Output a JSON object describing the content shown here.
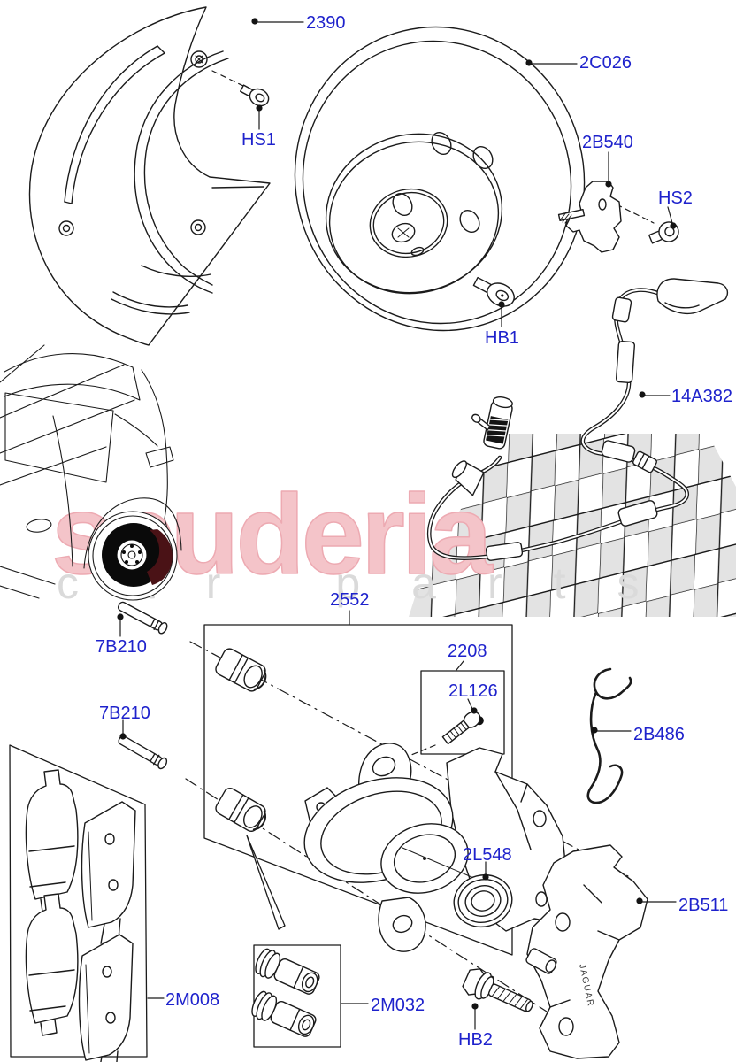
{
  "diagram": {
    "title": "rear-brake-exploded-parts-diagram",
    "watermark": {
      "brand": "scuderia",
      "tagline": "car parts"
    },
    "carrier_marking": "JAGUAR",
    "colors": {
      "label_blue": "#1e22cc",
      "line": "#1b1b1b",
      "watermark_pink": "#f4c4c9",
      "watermark_pink_outline": "#edaab2",
      "watermark_gray": "#dadada",
      "checker_gray": "#e3e3e3",
      "wheel_disc_highlight": "#0a0a0a",
      "caliper_highlight": "#4a1216"
    },
    "part_labels": [
      {
        "text": "2390"
      },
      {
        "text": "2C026"
      },
      {
        "text": "2B540"
      },
      {
        "text": "HS2"
      },
      {
        "text": "HS1"
      },
      {
        "text": "HB1"
      },
      {
        "text": "14A382"
      },
      {
        "text": "7B210"
      },
      {
        "text": "2552"
      },
      {
        "text": "7B210"
      },
      {
        "text": "2208"
      },
      {
        "text": "2L126"
      },
      {
        "text": "2B486"
      },
      {
        "text": "2L548"
      },
      {
        "text": "2B511"
      },
      {
        "text": "2M008"
      },
      {
        "text": "2M032"
      },
      {
        "text": "HB2"
      }
    ]
  }
}
